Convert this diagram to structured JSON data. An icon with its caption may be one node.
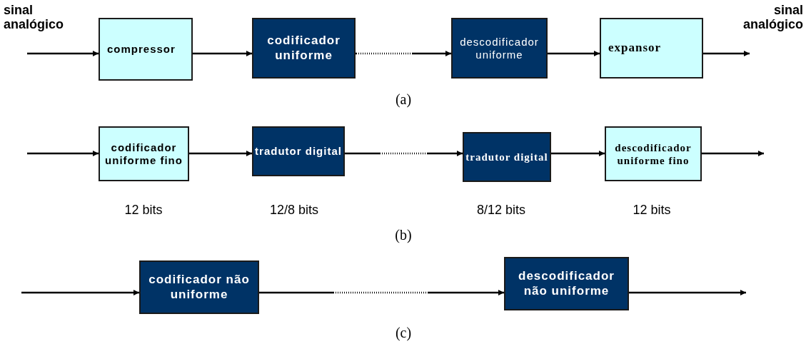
{
  "diagram": {
    "nodes": [
      {
        "text": [
          "compressor"
        ]
      },
      {
        "text": [
          "codificador uniforme"
        ]
      },
      {
        "text": [
          "descodificador uniforme"
        ]
      },
      {
        "text": [
          "expansor"
        ]
      },
      {
        "text": [
          "codificador uniforme fino"
        ],
        "beside": [
          "12 bits"
        ]
      },
      {
        "text": [
          "tradutor digital"
        ],
        "beside": [
          "12/8 bits"
        ]
      },
      {
        "text": [
          "tradutor digital"
        ],
        "beside": [
          "8/12 bits"
        ]
      },
      {
        "text": [
          "descodificador uniforme fino"
        ],
        "beside": [
          "12 bits"
        ]
      },
      {
        "text": [
          "codificador não uniforme"
        ]
      },
      {
        "text": [
          "descodificador não uniforme"
        ]
      }
    ],
    "edges": [
      {
        "from": null,
        "to": 0,
        "arrow": "to"
      },
      {
        "from": 0,
        "to": 1,
        "arrow": "to"
      },
      {
        "from": 1,
        "to": 2,
        "arrow": "to",
        "style": "dashed"
      },
      {
        "from": 2,
        "to": 3,
        "arrow": "to"
      },
      {
        "from": 3,
        "to": null,
        "arrow": "to"
      },
      {
        "from": null,
        "to": 4,
        "arrow": "to"
      },
      {
        "from": 4,
        "to": 5,
        "arrow": "to"
      },
      {
        "from": 5,
        "to": 6,
        "arrow": "to",
        "style": "dashed"
      },
      {
        "from": 6,
        "to": 7,
        "arrow": "to"
      },
      {
        "from": 7,
        "to": null,
        "arrow": "to"
      },
      {
        "from": null,
        "to": 8,
        "arrow": "to"
      },
      {
        "from": 8,
        "to": 9,
        "arrow": "to",
        "style": "dashed"
      },
      {
        "from": 9,
        "to": null,
        "arrow": "to"
      }
    ],
    "labels": [
      "sinal analógico",
      "sinal analógico",
      "(a)",
      "(b)",
      "(c)"
    ]
  }
}
